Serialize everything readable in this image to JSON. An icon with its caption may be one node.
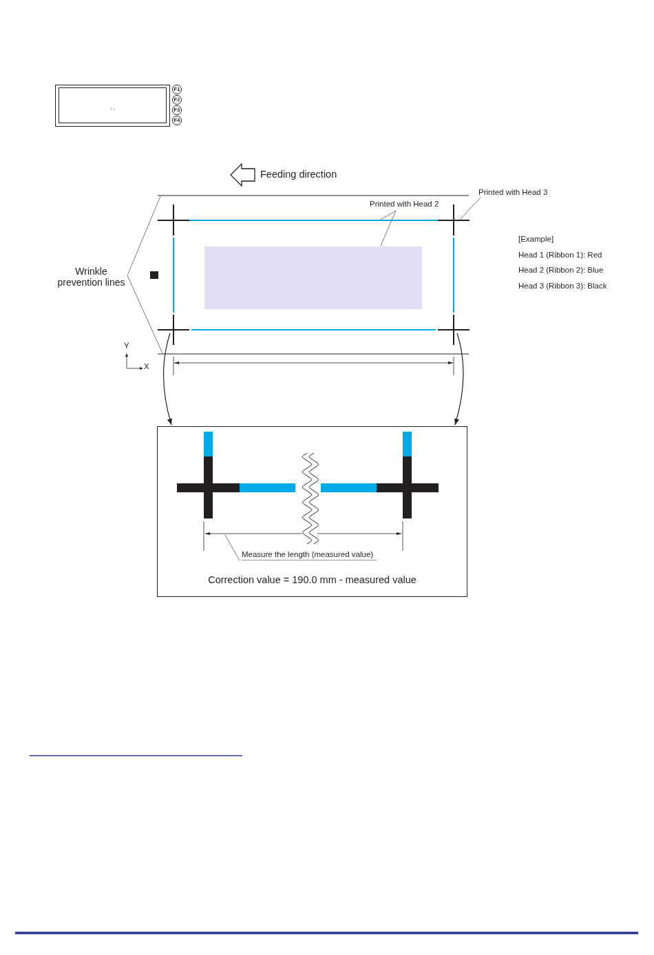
{
  "diagram": {
    "nodes": [
      {
        "text": [
          "↑ ↓"
        ]
      },
      {
        "text": [
          "F1"
        ]
      },
      {
        "text": [
          "F2"
        ]
      },
      {
        "text": [
          "F3"
        ]
      },
      {
        "text": [
          "F4"
        ]
      },
      {
        "text": [
          "Wrinkle prevention lines"
        ]
      },
      {
        "text": [],
        "shape": "bar"
      },
      {
        "text": [],
        "shape": "bar"
      },
      {
        "text": [],
        "shape": "bar"
      },
      {
        "text": [
          "Printed with Head 2"
        ]
      },
      {
        "text": [],
        "shape": "box"
      },
      {
        "text": [
          "Printed with Head 3"
        ]
      },
      {
        "text": [],
        "shape": "cross"
      },
      {
        "text": [],
        "shape": "cross"
      },
      {
        "text": [],
        "shape": "cross"
      },
      {
        "text": [],
        "shape": "cross"
      },
      {
        "text": [
          "Correction value = 190.0 mm - measured value"
        ]
      },
      {
        "text": [
          "Measure the length (measured value)"
        ],
        "in": 16
      }
    ],
    "edges": [
      {
        "from": 5,
        "to": 6,
        "arrow": "none"
      },
      {
        "from": 5,
        "to": 8,
        "arrow": "none"
      },
      {
        "from": 9,
        "to": 7,
        "arrow": "none"
      },
      {
        "from": 9,
        "to": 10,
        "arrow": "none"
      },
      {
        "from": 11,
        "to": 13,
        "arrow": "none"
      },
      {
        "from": 14,
        "to": 16,
        "arrow": "to"
      },
      {
        "from": 15,
        "to": 16,
        "arrow": "to"
      },
      {
        "from": 17,
        "to": null,
        "arrow": "none"
      }
    ],
    "labels": [
      "Feeding direction",
      "[Example]",
      "Head 1 (Ribbon 1): Red",
      "Head 2 (Ribbon 2): Blue",
      "Head 3 (Ribbon 3): Black",
      "Y",
      "X"
    ]
  }
}
